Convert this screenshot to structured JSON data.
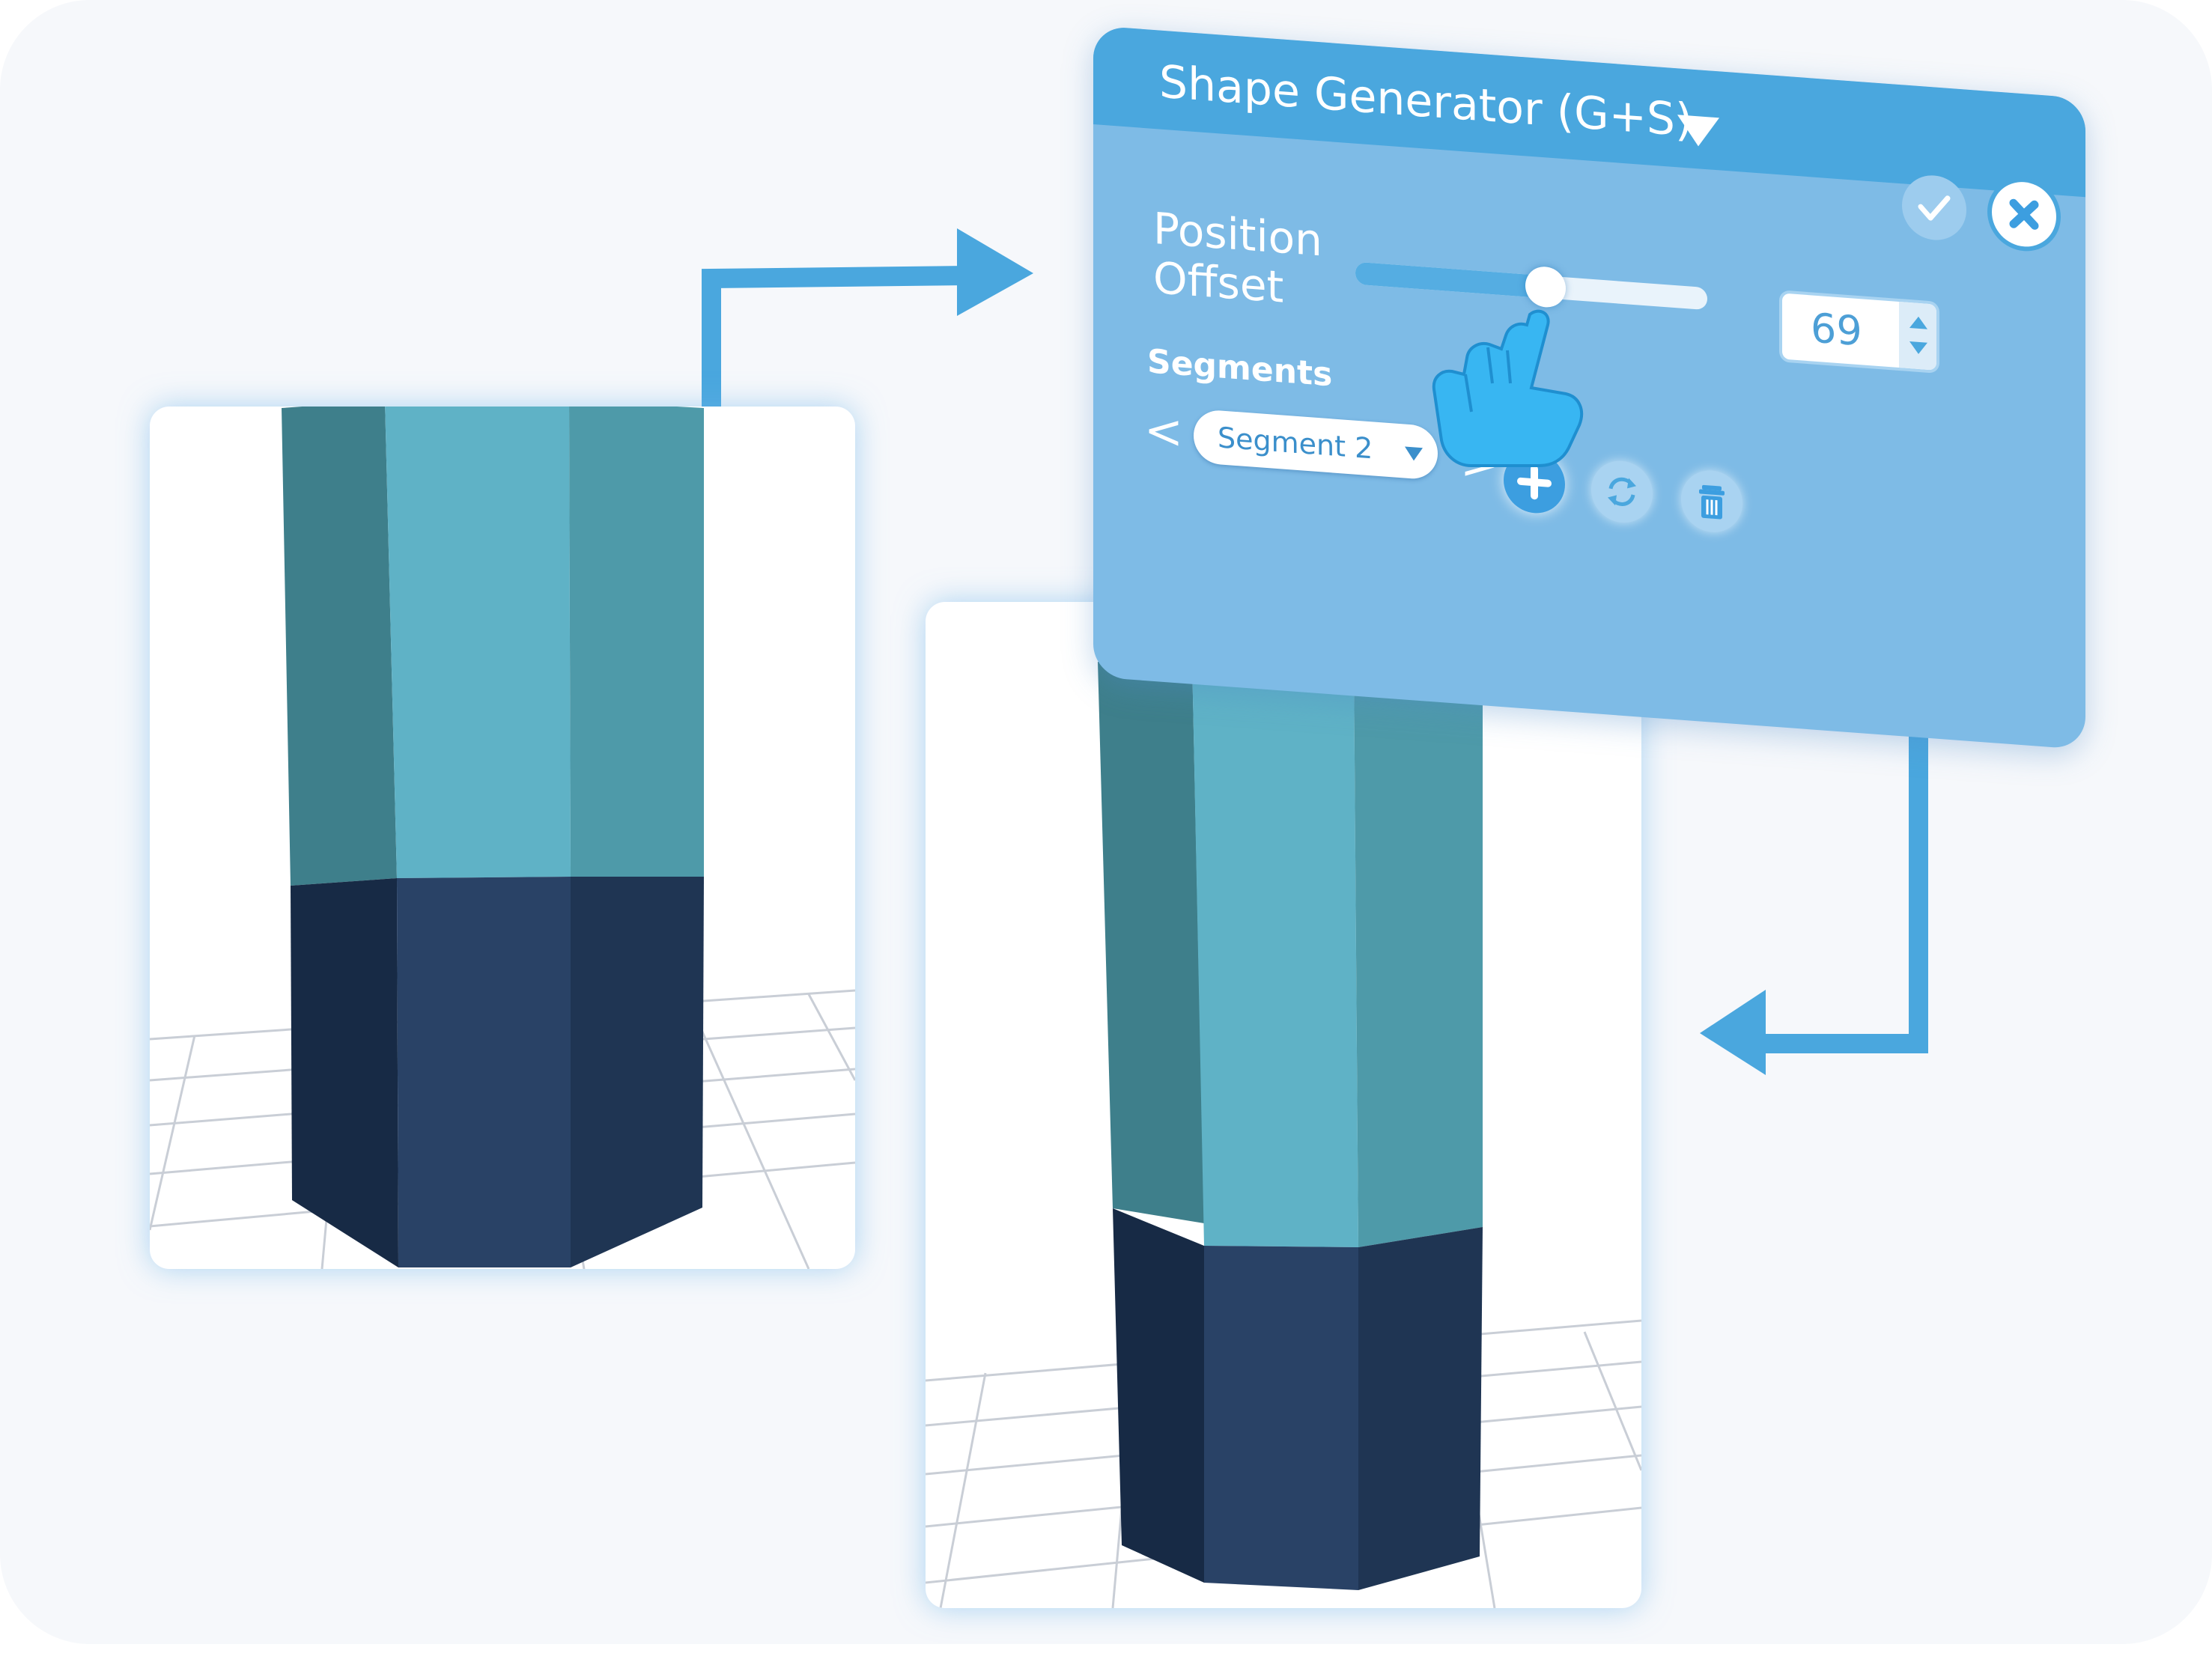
{
  "panel": {
    "title": "Shape Generator (G+S)",
    "confirm_icon": "check-icon",
    "close_icon": "close-x-icon",
    "position_label": "Position",
    "offset_label": "Offset",
    "offset_slider_fraction": 0.54,
    "offset_value": "69",
    "segments_label": "Segments",
    "segment_prev_label": "<",
    "segment_next_label": ">",
    "segment_selected": "Segment 2",
    "actions": [
      "add-segment",
      "reset-segment",
      "delete-segment"
    ]
  },
  "colors": {
    "panel_body": "#7ebbe6",
    "panel_header": "#4aa7de",
    "arrow": "#4aa7de",
    "prism_top_light": "#5fb2c6",
    "prism_top_dark": "#3c7f8a",
    "prism_bottom_light": "#294266",
    "prism_bottom_dark": "#172a45"
  },
  "cursor_icon": "pointing-hand-icon"
}
